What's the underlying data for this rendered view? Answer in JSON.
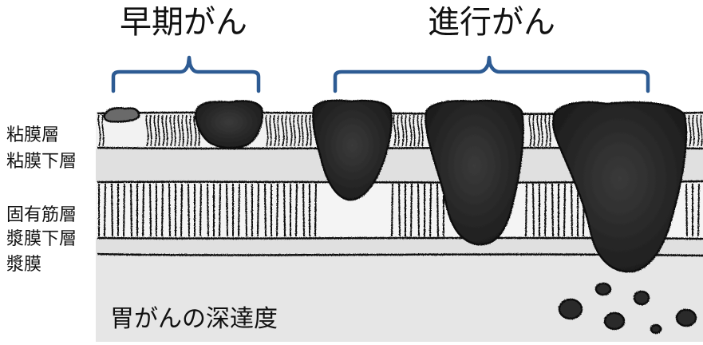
{
  "titles": {
    "early": "早期がん",
    "advanced": "進行がん"
  },
  "layers": {
    "mucosa": "粘膜層",
    "submucosa": "粘膜下層",
    "muscularis": "固有筋層",
    "subserosa": "漿膜下層",
    "serosa": "漿膜"
  },
  "caption": "胃がんの深達度",
  "colors": {
    "bracket": "#2d5b93",
    "tumor": "#2b2b2b",
    "layer_bg": "#dcdcdc",
    "serosa_bg": "#e8e8e8"
  }
}
